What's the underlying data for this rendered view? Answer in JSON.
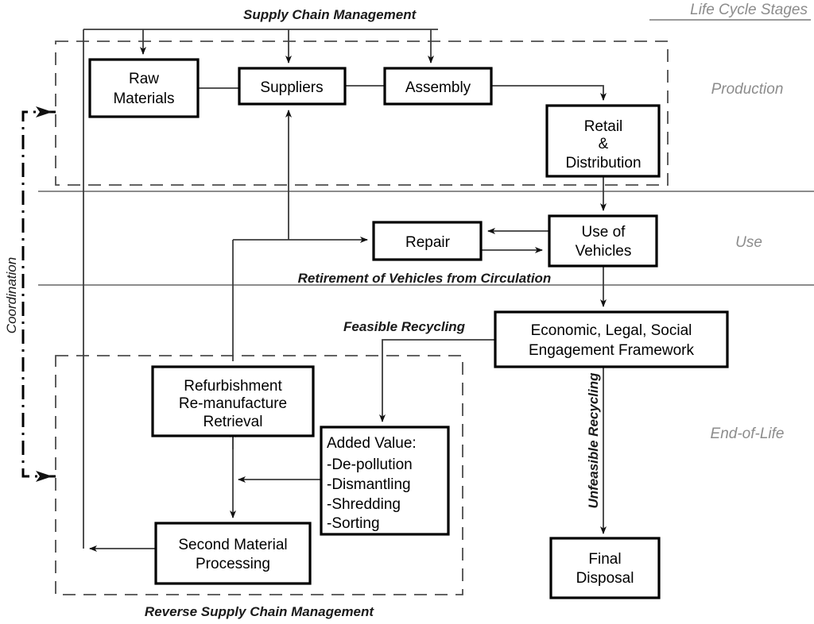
{
  "diagram": {
    "title_right": "Life Cycle Stages",
    "stages": [
      {
        "id": "production",
        "label": "Production"
      },
      {
        "id": "use",
        "label": "Use"
      },
      {
        "id": "end-of-life",
        "label": "End-of-Life"
      }
    ],
    "group_labels": {
      "supply_chain": "Supply Chain Management",
      "reverse_supply_chain": "Reverse Supply Chain Management",
      "coordination": "Coordination"
    },
    "flow_labels": {
      "retirement": "Retirement of Vehicles from Circulation",
      "feasible_recycling": "Feasible Recycling",
      "unfeasible_recycling": "Unfeasible Recycling"
    },
    "nodes": [
      {
        "id": "raw-materials",
        "lines": [
          "Raw",
          "Materials"
        ]
      },
      {
        "id": "suppliers",
        "lines": [
          "Suppliers"
        ]
      },
      {
        "id": "assembly",
        "lines": [
          "Assembly"
        ]
      },
      {
        "id": "retail-distribution",
        "lines": [
          "Retail",
          "&",
          "Distribution"
        ]
      },
      {
        "id": "repair",
        "lines": [
          "Repair"
        ]
      },
      {
        "id": "use-of-vehicles",
        "lines": [
          "Use of",
          "Vehicles"
        ]
      },
      {
        "id": "engagement-framework",
        "lines": [
          "Economic, Legal, Social",
          "Engagement Framework"
        ]
      },
      {
        "id": "refurbishment",
        "lines": [
          "Refurbishment",
          "Re-manufacture",
          "Retrieval"
        ]
      },
      {
        "id": "added-value",
        "lines": [
          "Added Value:",
          "-De-pollution",
          "-Dismantling",
          "-Shredding",
          "-Sorting"
        ]
      },
      {
        "id": "second-material-processing",
        "lines": [
          "Second Material",
          "Processing"
        ]
      },
      {
        "id": "final-disposal",
        "lines": [
          "Final",
          "Disposal"
        ]
      }
    ],
    "colors": {
      "box_stroke": "#000000",
      "connector": "#3c3c3c",
      "band_line": "#8c8c8c",
      "stage_text": "#8c8c8c",
      "background": "#ffffff"
    }
  }
}
